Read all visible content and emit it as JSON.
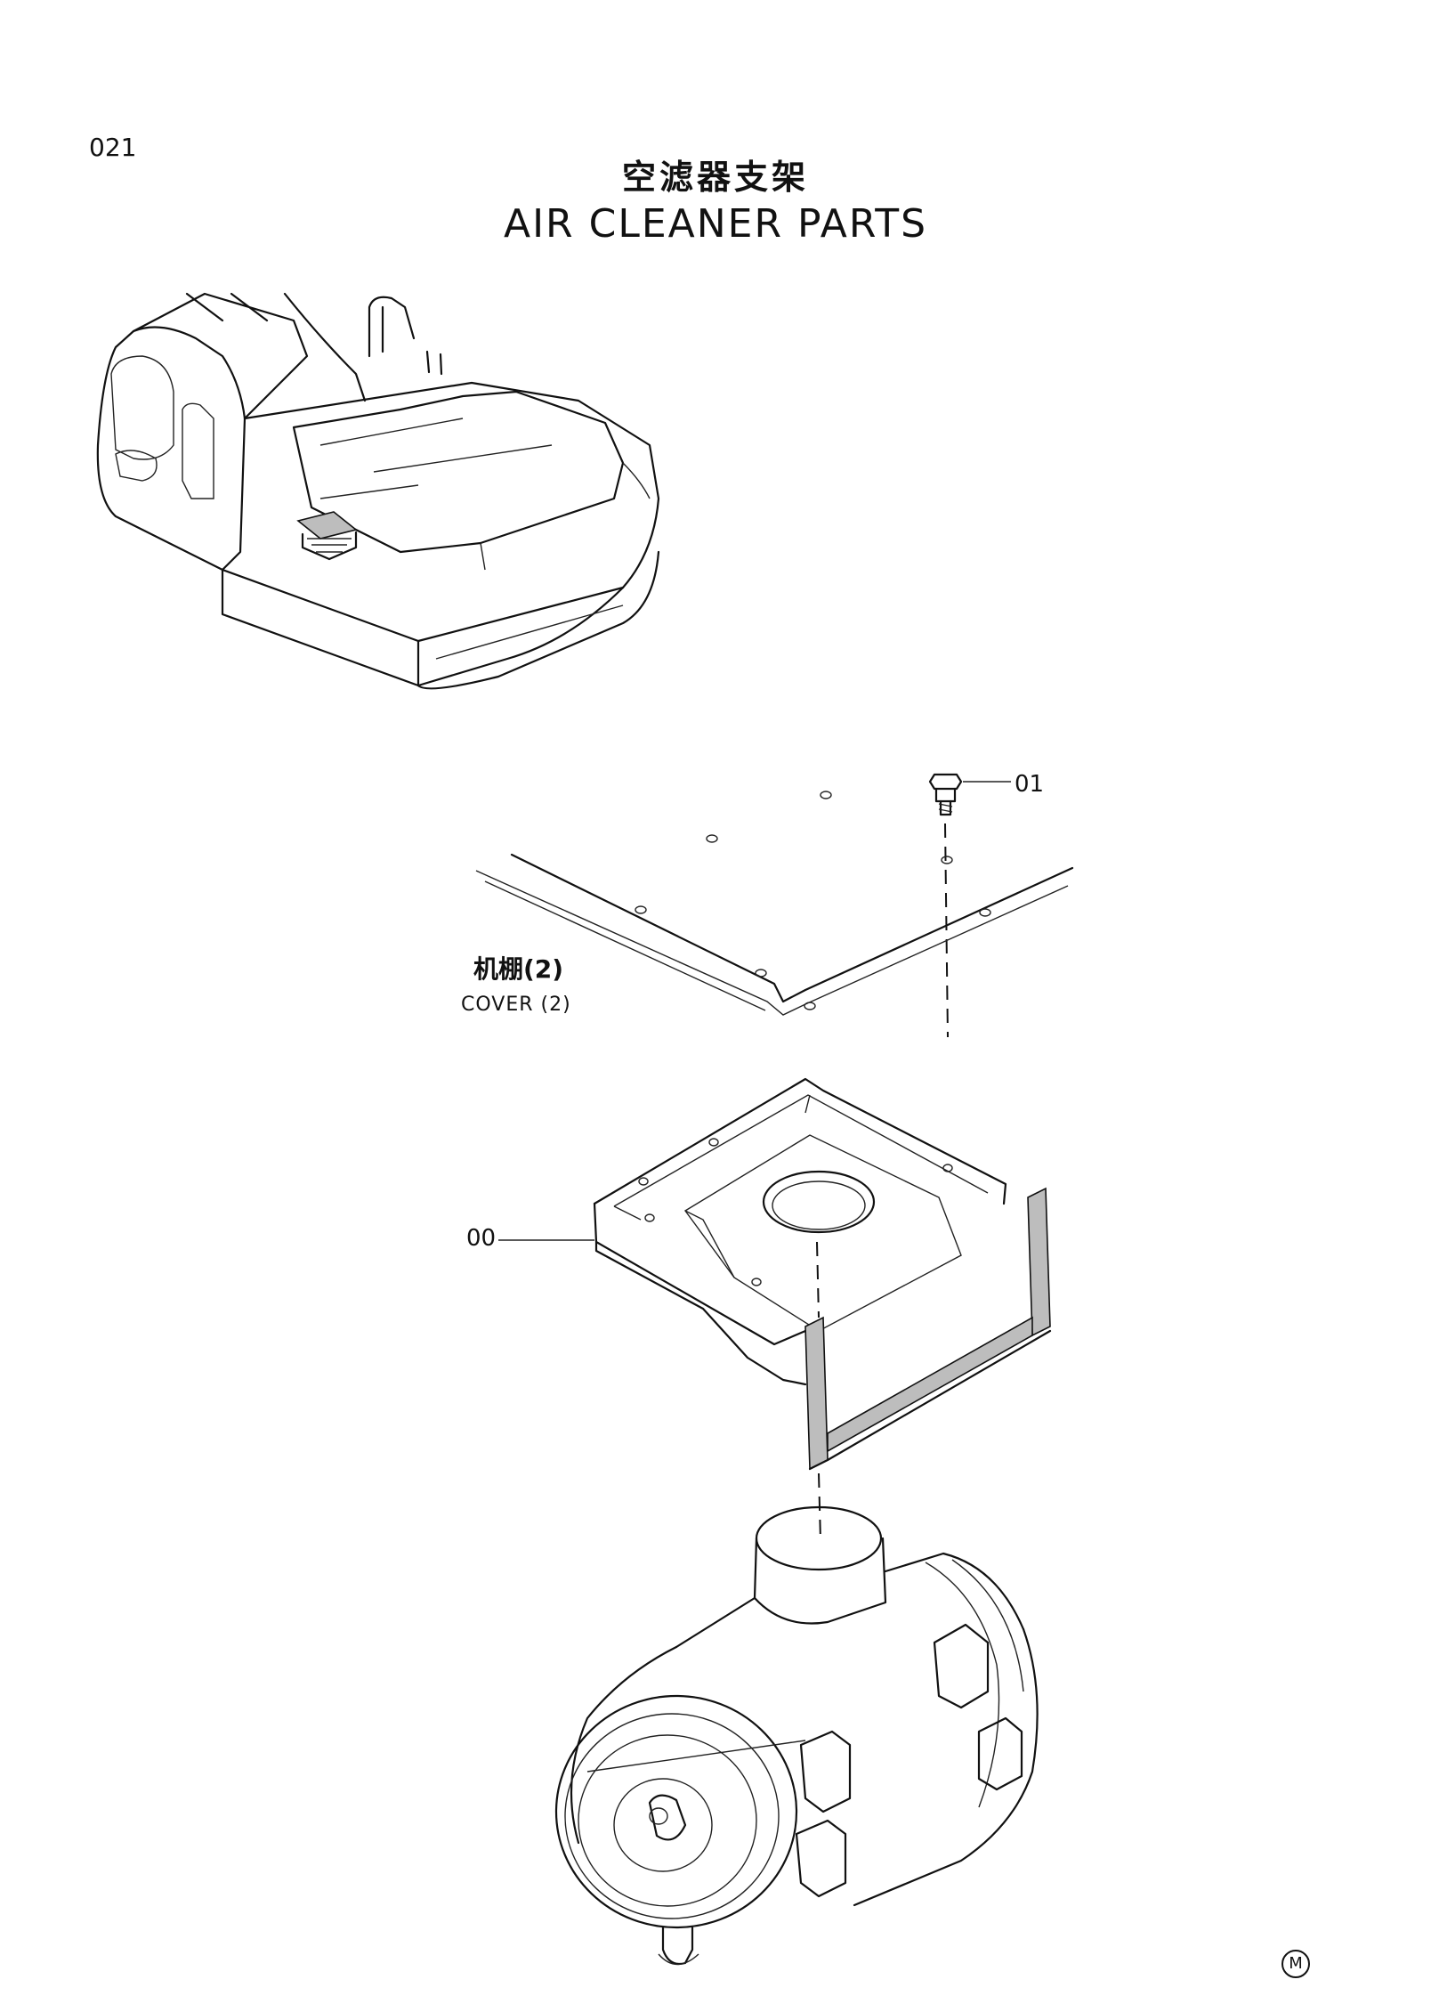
{
  "page_number": "021",
  "title_cn": "空滤器支架",
  "title_en": "AIR CLEANER PARTS",
  "labels": {
    "part_01": "01",
    "part_00": "00",
    "cover_cn": "机棚(2)",
    "cover_en": "COVER (2)"
  },
  "mark": "M"
}
